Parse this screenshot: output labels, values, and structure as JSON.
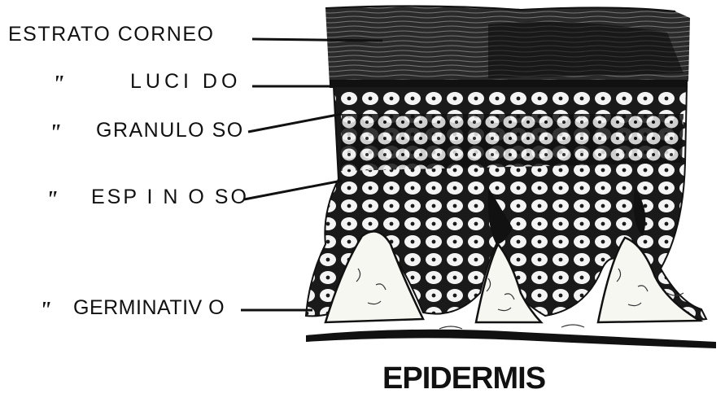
{
  "title": "EPIDERMIS",
  "ditto_mark": "\"",
  "layers": [
    {
      "id": "corneo",
      "label": "ESTRATO CORNEO"
    },
    {
      "id": "lucido",
      "label": "LUCI DO"
    },
    {
      "id": "granuloso",
      "label": "GRANULO SO"
    },
    {
      "id": "espinoso",
      "label": "ESP I N O SO"
    },
    {
      "id": "germinativo",
      "label": "GERMINATIV O"
    }
  ]
}
